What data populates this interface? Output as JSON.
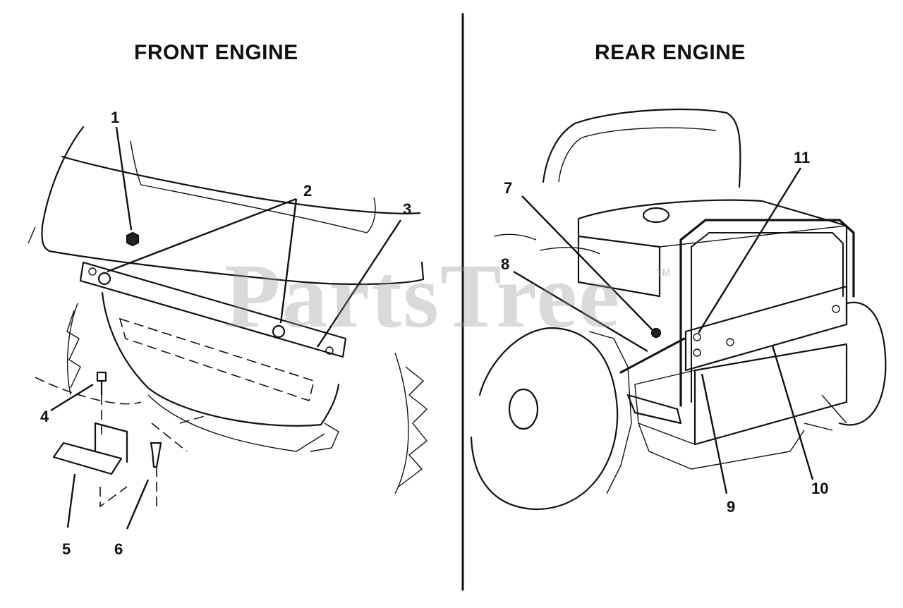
{
  "panels": {
    "left_title": "FRONT ENGINE",
    "right_title": "REAR ENGINE"
  },
  "watermark": {
    "text": "PartsTree",
    "tm": "TM"
  },
  "callouts": [
    "1",
    "2",
    "3",
    "4",
    "5",
    "6",
    "7",
    "8",
    "9",
    "10",
    "11"
  ],
  "colors": {
    "ink": "#111111",
    "background": "#ffffff",
    "watermark": "#969696"
  }
}
